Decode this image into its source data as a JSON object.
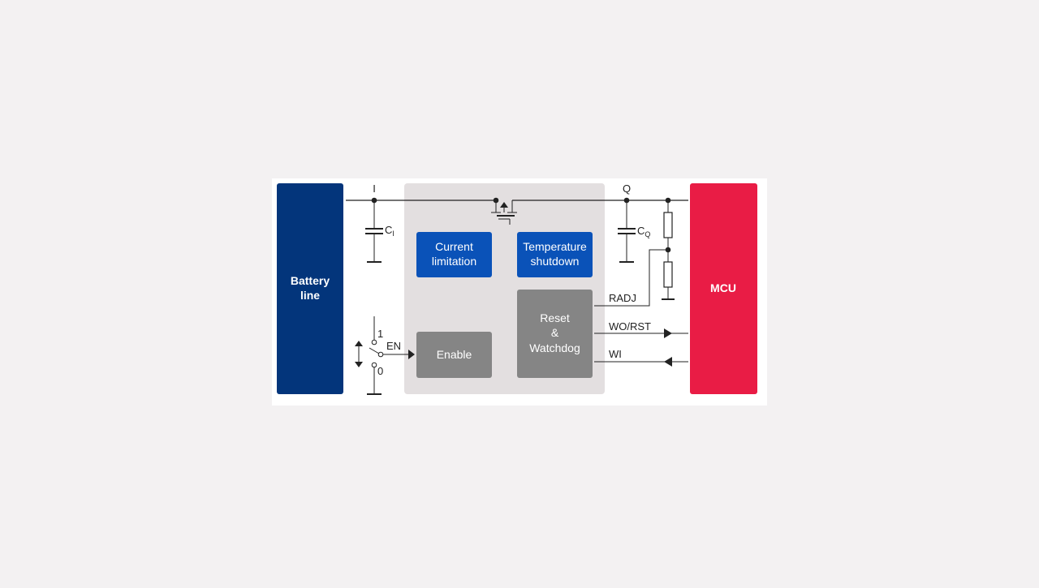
{
  "colors": {
    "page_background": "#f3f1f2",
    "panel_background": "#ffffff",
    "battery_block": "#03357b",
    "mcu_block": "#e91c45",
    "regulator_body": "#e3dfe0",
    "function_block_blue": "#0a52b8",
    "function_block_gray": "#858585",
    "wire": "#222222"
  },
  "blocks": {
    "battery": {
      "line1": "Battery",
      "line2": "line"
    },
    "mcu": {
      "label": "MCU"
    },
    "current_limitation": {
      "line1": "Current",
      "line2": "limitation"
    },
    "temperature_shutdown": {
      "line1": "Temperature",
      "line2": "shutdown"
    },
    "enable": {
      "label": "Enable"
    },
    "reset_watchdog": {
      "line1": "Reset",
      "line2": "&",
      "line3": "Watchdog"
    }
  },
  "pins": {
    "input": "I",
    "output": "Q",
    "enable": "EN",
    "radj": "RADJ",
    "wo_rst": "WO/RST",
    "wi": "WI"
  },
  "components": {
    "input_cap": {
      "main": "C",
      "sub": "I"
    },
    "output_cap": {
      "main": "C",
      "sub": "Q"
    }
  },
  "switch": {
    "pos_on": "1",
    "pos_off": "0"
  },
  "icons": {
    "mosfet": "mosfet-symbol-icon",
    "ground": "ground-icon",
    "resistor": "resistor-icon",
    "switch_toggle": "updown-arrow-icon"
  }
}
